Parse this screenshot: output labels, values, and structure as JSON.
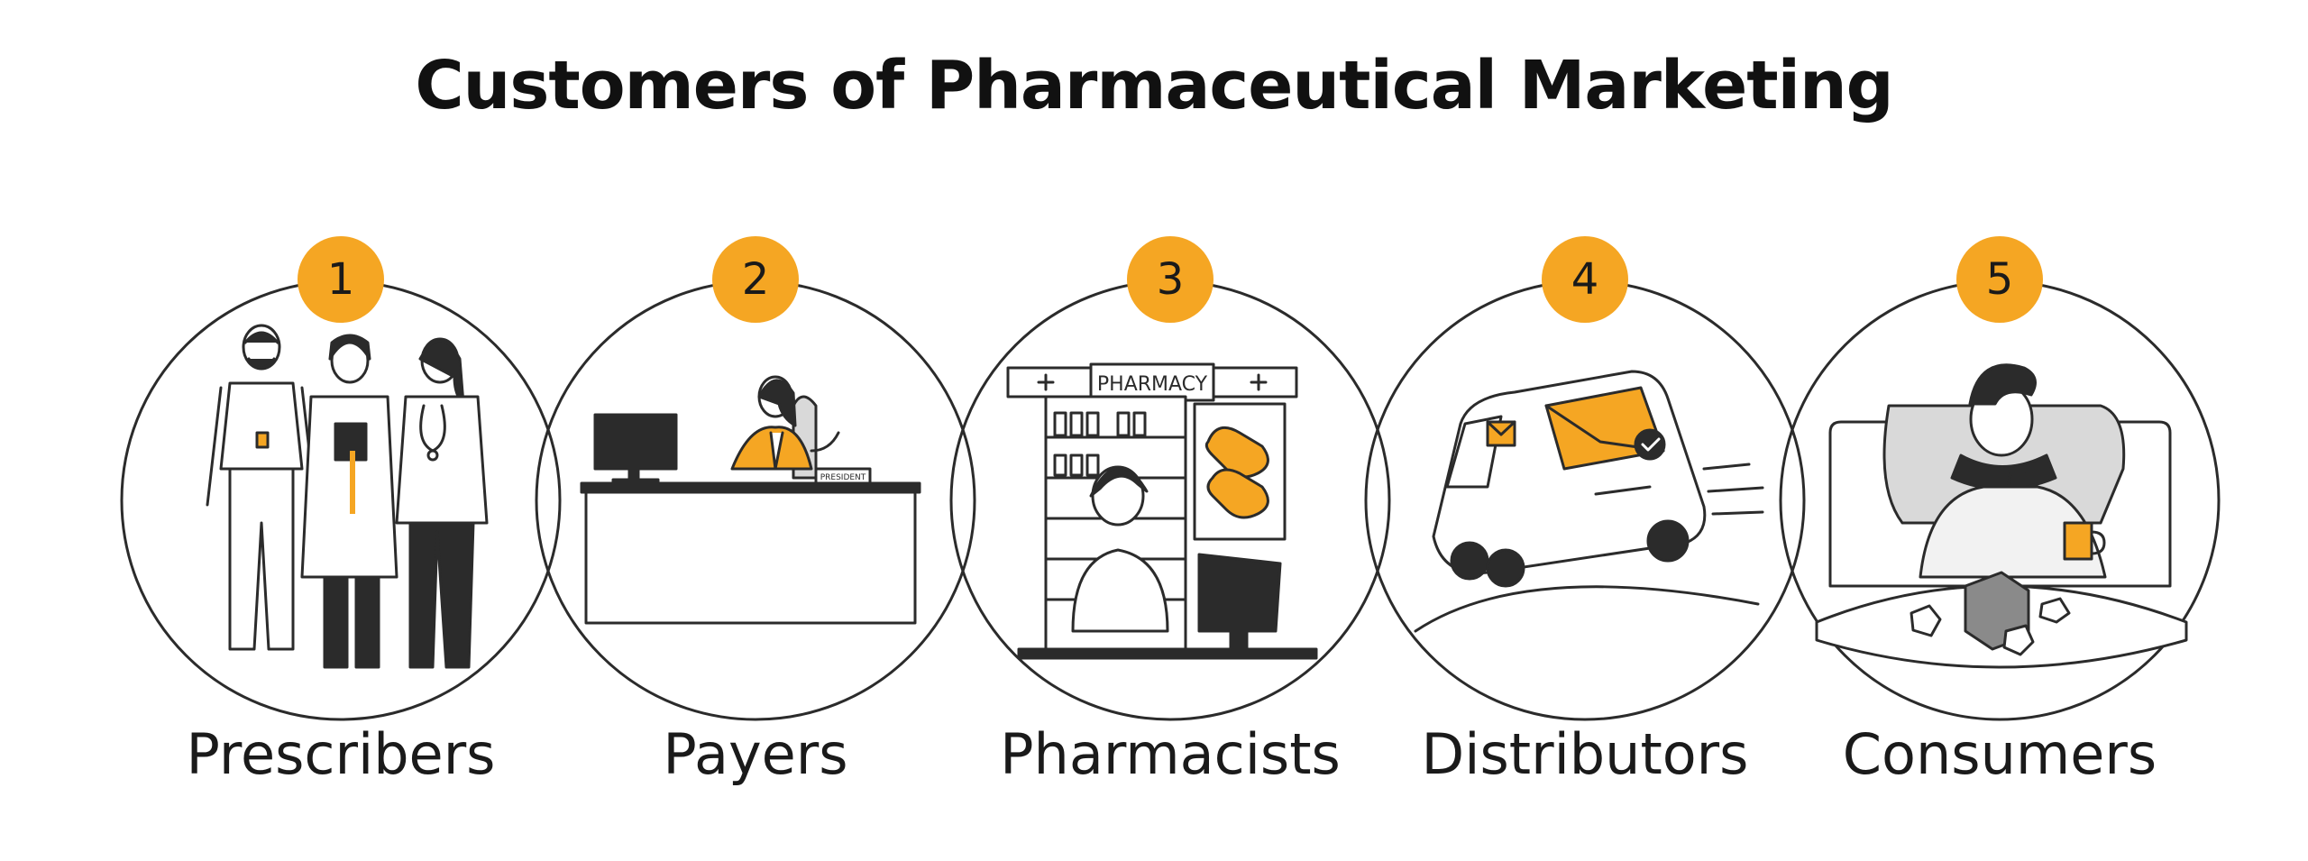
{
  "title": "Customers of Pharmaceutical Marketing",
  "accent_color": "#F5A623",
  "line_color": "#2b2b2b",
  "customers": [
    {
      "number": "1",
      "label": "Prescribers",
      "illustration": "three-healthcare-workers-icon"
    },
    {
      "number": "2",
      "label": "Payers",
      "illustration": "woman-at-president-desk-icon",
      "sign_text": "PRESIDENT"
    },
    {
      "number": "3",
      "label": "Pharmacists",
      "illustration": "pharmacist-at-counter-icon",
      "sign_text": "PHARMACY"
    },
    {
      "number": "4",
      "label": "Distributors",
      "illustration": "delivery-van-icon"
    },
    {
      "number": "5",
      "label": "Consumers",
      "illustration": "sick-person-in-bed-icon"
    }
  ]
}
